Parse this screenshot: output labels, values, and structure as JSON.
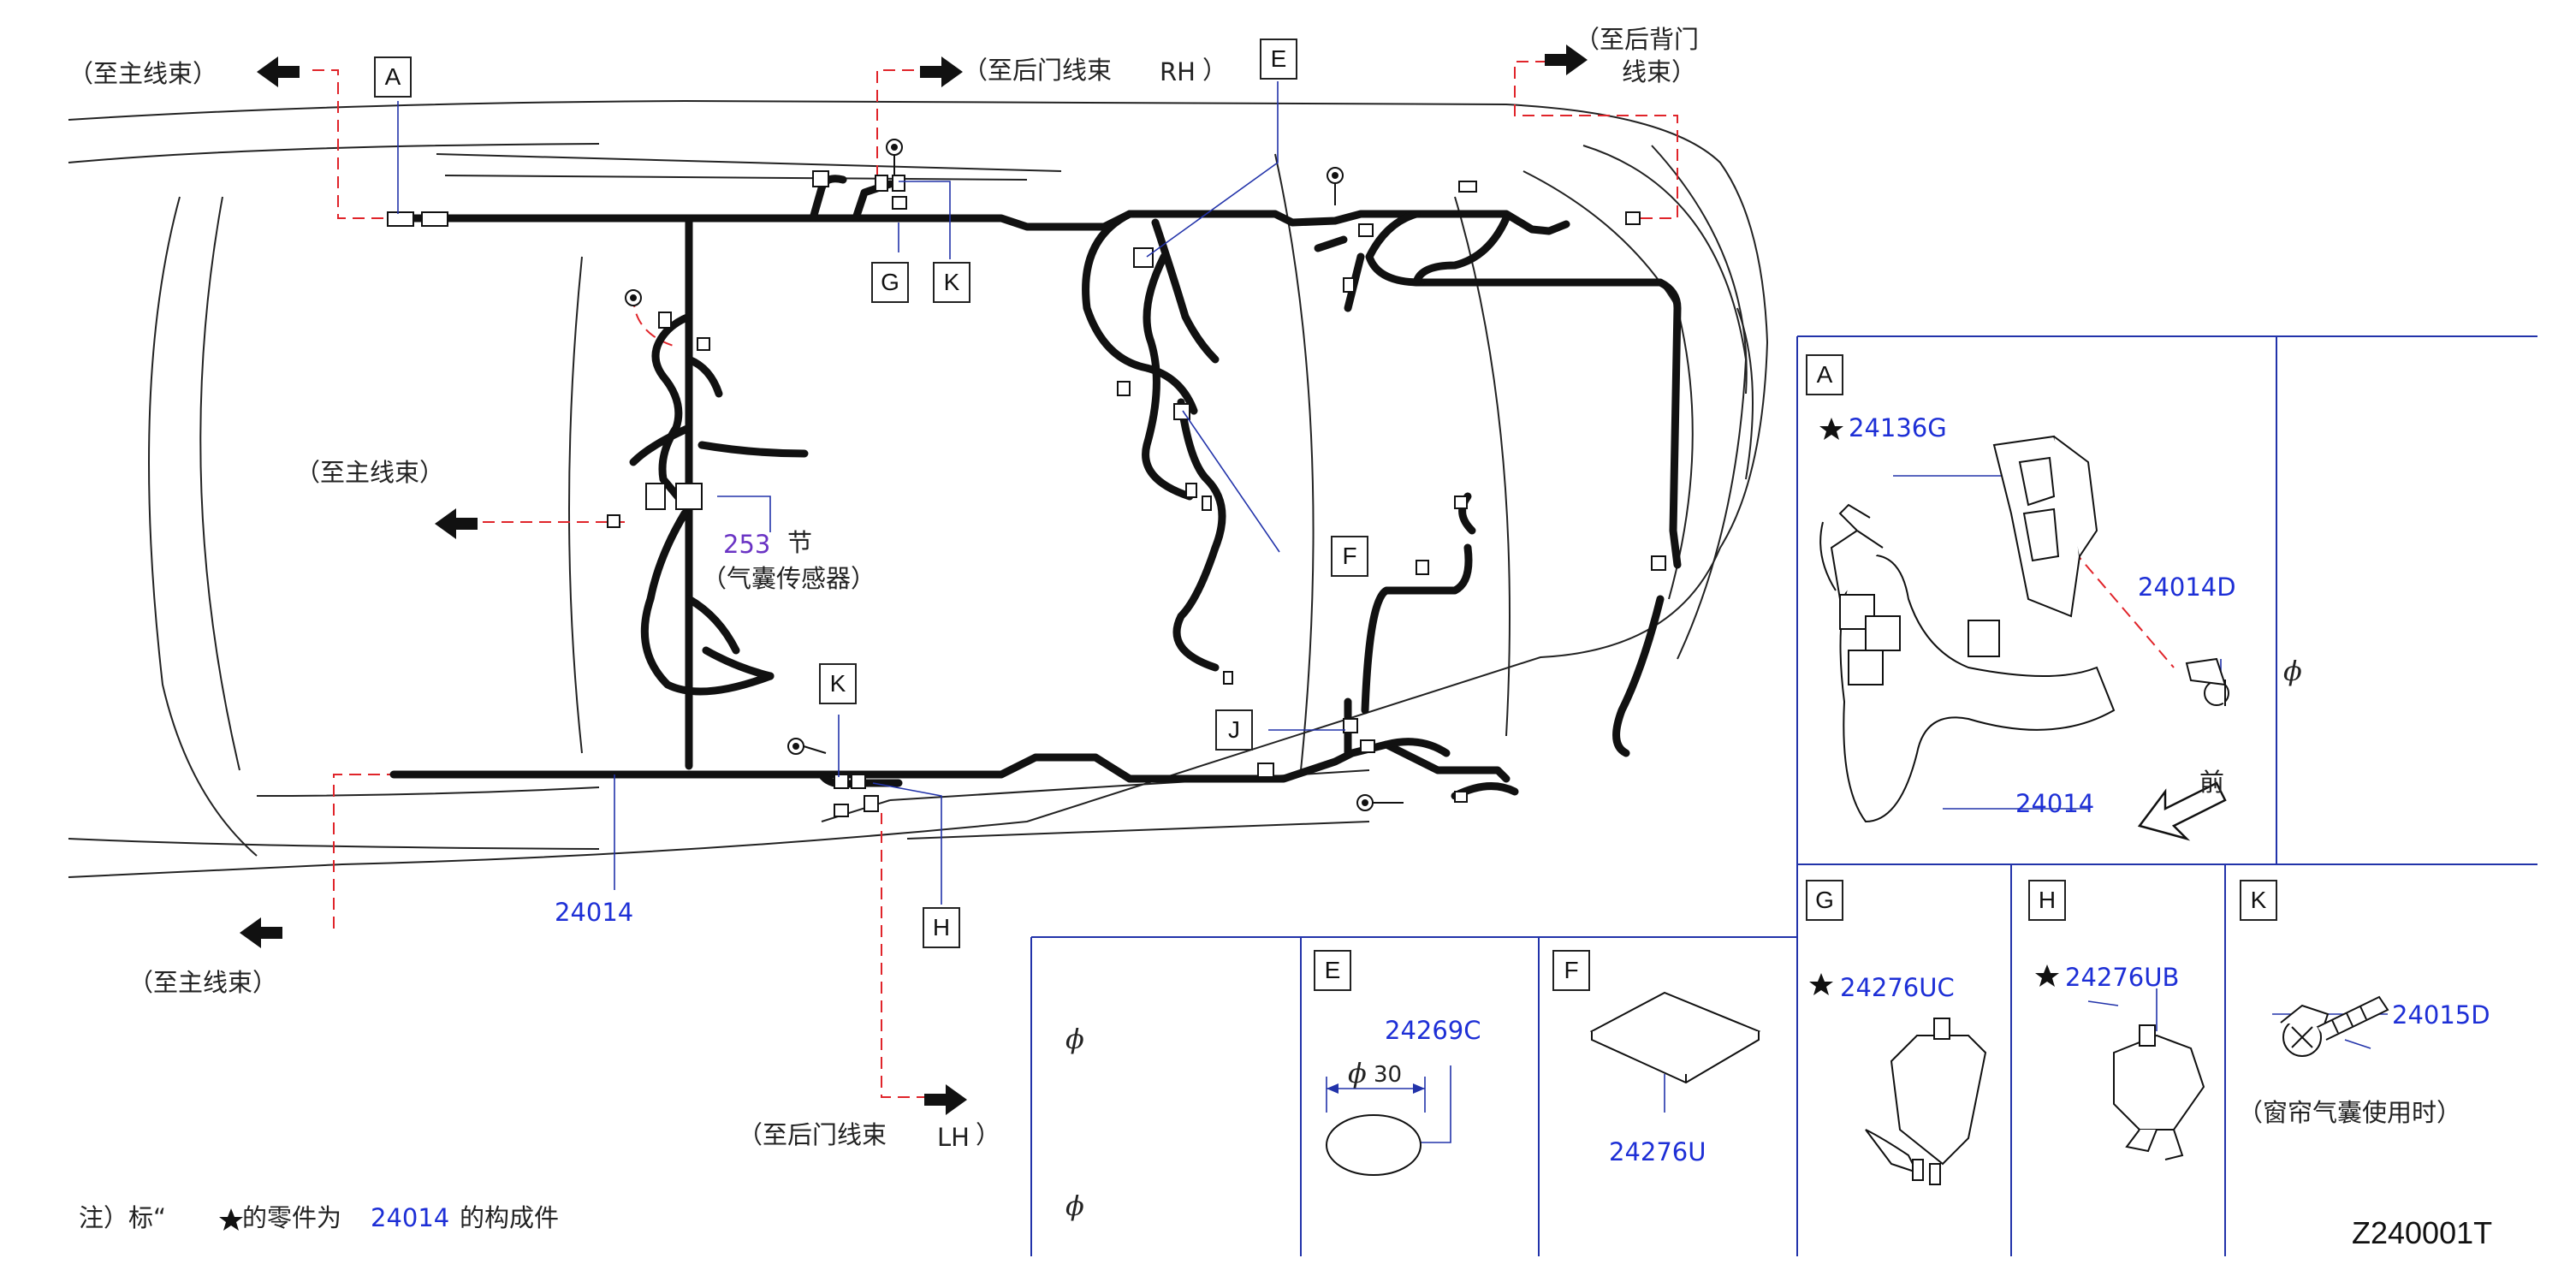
{
  "callouts": {
    "main_left_top": "（至主线束）",
    "rear_door_rh": "（至后门线束",
    "rh": "RH",
    "rh_close": "）",
    "back_door_1": "（至后背门",
    "back_door_2": "线束）",
    "main_mid": "（至主线束）",
    "main_bottom": "（至主线束）",
    "rear_door_lh": "（至后门线束",
    "lh": "LH",
    "lh_close": "）",
    "sensor_ref": "253",
    "sensor_sec": "节",
    "sensor_name": "（气囊传感器）"
  },
  "boxes": [
    "A",
    "E",
    "G",
    "K",
    "F",
    "J",
    "K",
    "H"
  ],
  "parts": {
    "main": "24014",
    "a_clip": "24136G",
    "a_bracket": "24014D",
    "a_harness": "24014",
    "e_part": "24269C",
    "e_dia": "30",
    "f_part": "24276U",
    "g_part": "24276UC",
    "h_part": "24276UB",
    "k_part": "24015D",
    "k_note": "（窗帘气囊使用时）"
  },
  "detail_boxes": {
    "A": "A",
    "E": "E",
    "F": "F",
    "G": "G",
    "H": "H",
    "K": "K"
  },
  "front_label": "前",
  "phi": "ϕ",
  "note": {
    "prefix": "注）标“",
    "star": "★",
    "mid": "的零件为",
    "part": "24014",
    "suffix": "的构成件"
  },
  "figure_code": "Z240001T",
  "colors": {
    "wire": "#111111",
    "leader": "#2233aa",
    "dash": "#e0242a",
    "partnum": "#1d2fd6"
  }
}
